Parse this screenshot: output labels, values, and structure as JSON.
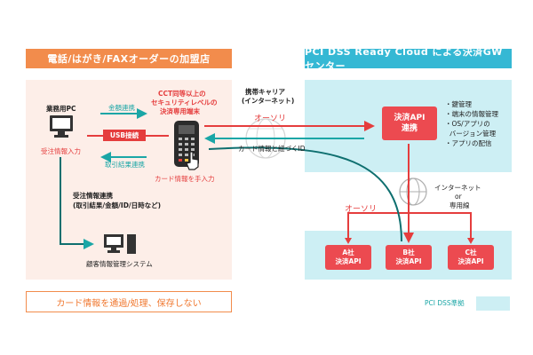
{
  "left_panel": {
    "title": "電話/はがき/FAXオーダーの加盟店",
    "pc_label": "業務用PC",
    "order_input": "受注情報入力",
    "amount_link": "金額連携",
    "usb": "USB接続",
    "result_link": "取引結果連携",
    "terminal_desc": [
      "CCT同等以上の",
      "セキュリティレベルの",
      "決済専用端末"
    ],
    "card_input": "カード情報を手入力",
    "order_link_title": "受注情報連携",
    "order_link_detail": "(取引結果/金額/ID/日時など)",
    "customer_system": "顧客情報管理システム",
    "footer_note": "カード情報を通過/処理、保存しない"
  },
  "middle": {
    "carrier": [
      "携帯キャリア",
      "(インターネット)"
    ],
    "authori": "オーソリ",
    "card_info_id": "カード情報と紐づくID"
  },
  "right_panel": {
    "title": "PCI DSS Ready Cloud による決済GWセンター",
    "api_center": [
      "決済API",
      "連携"
    ],
    "features": [
      "・鍵管理",
      "・端末の情報管理",
      "・OS/アプリの",
      "  バージョン管理",
      "・アプリの配信"
    ],
    "network": [
      "インターネット",
      "or",
      "専用線"
    ],
    "authori": "オーソリ",
    "companies": [
      [
        "A社",
        "決済API"
      ],
      [
        "B社",
        "決済API"
      ],
      [
        "C社",
        "決済API"
      ]
    ],
    "pci_label": "PCI DSS準拠"
  },
  "colors": {
    "orange": "#f28c4c",
    "cyan_header": "#35b8d4",
    "light_cyan": "#cdeff4",
    "teal": "#1aa6a6",
    "red": "#e53d3d",
    "pink_panel": "#fdeee8"
  }
}
